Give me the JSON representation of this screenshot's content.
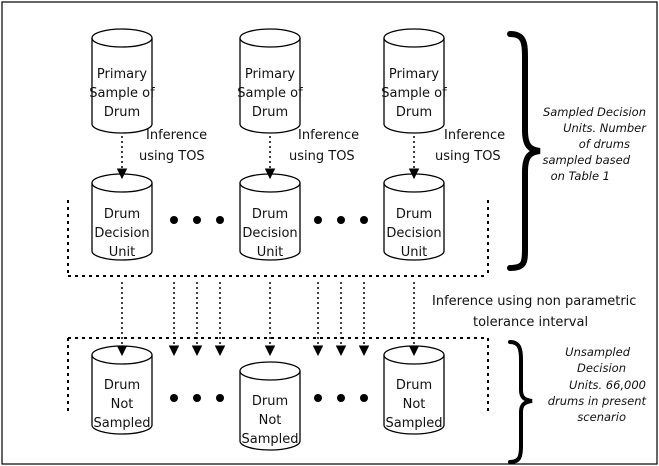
{
  "sampled": {
    "primary_label": [
      "Primary",
      "Sample of",
      "Drum"
    ],
    "inference_label": [
      "Inference",
      "using TOS"
    ],
    "decision_label": [
      "Drum",
      "Decision",
      "Unit"
    ],
    "annotation": [
      "Sampled Decision",
      "Units.  Number",
      "of drums",
      "sampled based",
      "on Table 1"
    ]
  },
  "middle": {
    "inference_label": [
      "Inference using non parametric",
      "tolerance interval"
    ]
  },
  "unsampled": {
    "drum_label": [
      "Drum",
      "Not",
      "Sampled"
    ],
    "annotation": [
      "Unsampled",
      "Decision",
      "Units.  66,000",
      "drums in present",
      "scenario"
    ]
  },
  "colors": {
    "line": "#000000",
    "background": "#ffffff"
  },
  "icons": {
    "ellipsis": "three-dots",
    "brace": "right-curly-brace"
  }
}
